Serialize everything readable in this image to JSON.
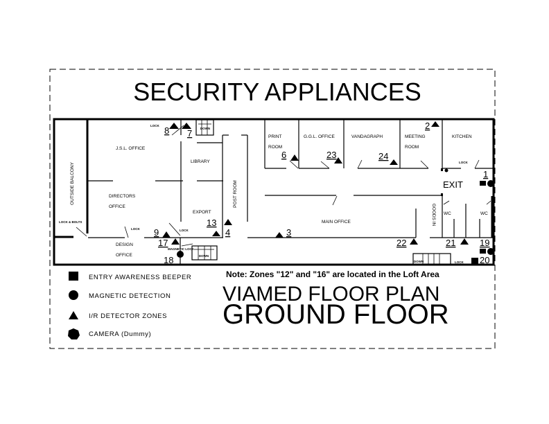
{
  "title": "SECURITY APPLIANCES",
  "subtitle_line1": "VIAMED FLOOR PLAN",
  "subtitle_line2": "GROUND FLOOR",
  "note": "Note: Zones \"12\" and \"16\" are located in the Loft Area",
  "rooms": {
    "outside_balcony": "OUTSIDE BALCONY",
    "jsl_office": "J.S.L. OFFICE",
    "library": "LIBRARY",
    "directors_1": "DIRECTORS",
    "directors_2": "OFFICE",
    "export": "EXPORT",
    "post_room": "POST ROOM",
    "design_1": "DESIGN",
    "design_2": "OFFICE",
    "print_1": "PRINT",
    "print_2": "ROOM",
    "ggl_office": "G.G.L. OFFICE",
    "vandagraph": "VANDAGRAPH",
    "meeting_1": "MEETING",
    "meeting_2": "ROOM",
    "kitchen": "KITCHEN",
    "main_office": "MAIN OFFICE",
    "goods_in": "GOODS IN",
    "wc_1": "WC",
    "wc_2": "WC",
    "exit": "EXIT"
  },
  "annotations": {
    "lock_bolts": "LOCK & BOLTS",
    "lock": "LOCK",
    "magnetic_lock": "MAGNETIC LOCK",
    "down": "DOWN"
  },
  "zones": [
    "1",
    "2",
    "3",
    "4",
    "6",
    "7",
    "8",
    "9",
    "13",
    "17",
    "18",
    "19",
    "20",
    "21",
    "22",
    "23",
    "24"
  ],
  "legend": [
    {
      "icon": "square",
      "label": "ENTRY AWARENESS BEEPER"
    },
    {
      "icon": "circle",
      "label": "MAGNETIC DETECTION"
    },
    {
      "icon": "triangle",
      "label": "I/R DETECTOR ZONES"
    },
    {
      "icon": "heptagon",
      "label": "CAMERA   (Dummy)"
    }
  ]
}
